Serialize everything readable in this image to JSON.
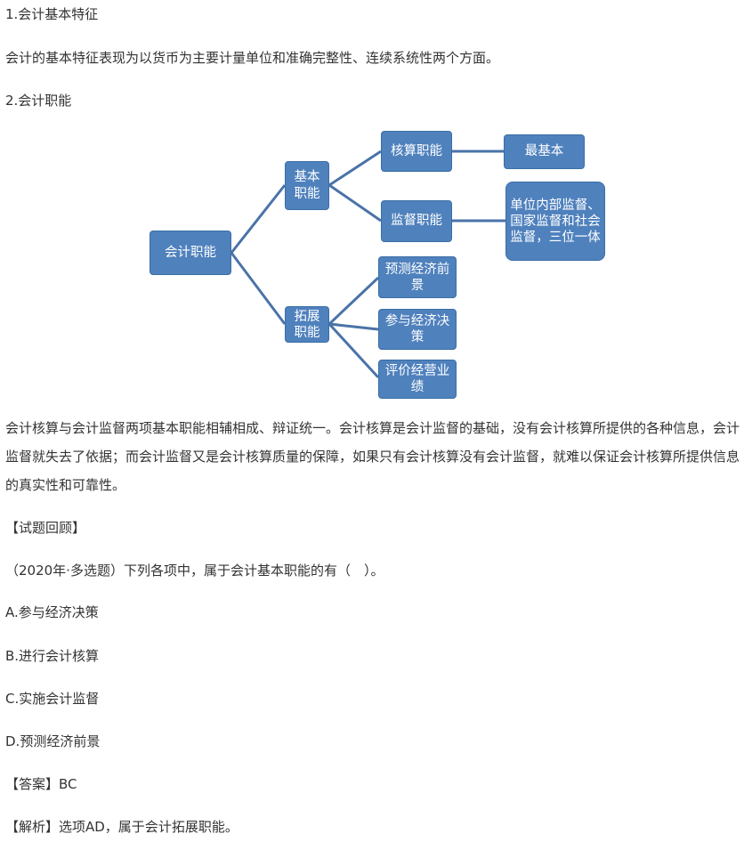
{
  "heading1": "1.会计基本特征",
  "para1": "会计的基本特征表现为以货币为主要计量单位和准确完整性、连续系统性两个方面。",
  "heading2": "2.会计职能",
  "diagram": {
    "root": "会计职能",
    "basic": "基本职能",
    "accounting": "核算职能",
    "most_basic": "最基本",
    "supervision": "监督职能",
    "supervision_note": "单位内部监督、国家监督和社会监督，三位一体",
    "extended": "拓展职能",
    "forecast": "预测经济前景",
    "decision": "参与经济决策",
    "evaluate": "评价经营业绩"
  },
  "para2": "会计核算与会计监督两项基本职能相辅相成、辩证统一。会计核算是会计监督的基础，没有会计核算所提供的各种信息，会计监督就失去了依据；而会计监督又是会计核算质量的保障，如果只有会计核算没有会计监督，就难以保证会计核算所提供信息的真实性和可靠性。",
  "review_title": "【试题回顾】",
  "question": "（2020年·多选题）下列各项中，属于会计基本职能的有（　）。",
  "options": [
    "A.参与经济决策",
    "B.进行会计核算",
    "C.实施会计监督",
    "D.预测经济前景"
  ],
  "answer": "【答案】BC",
  "explanation": "【解析】选项AD，属于会计拓展职能。",
  "colors": {
    "box": "#4f81bd",
    "connector": "#4a73a8",
    "text": "#333333"
  }
}
